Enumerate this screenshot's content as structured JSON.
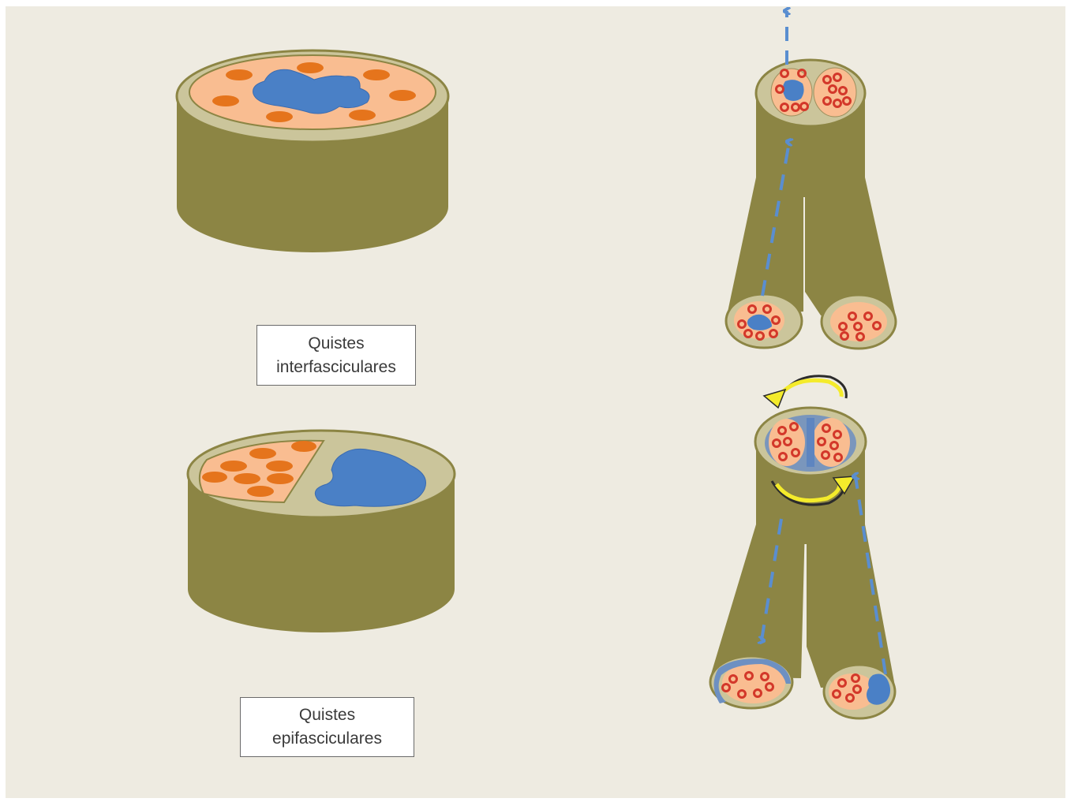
{
  "labels": {
    "interfasciculares": [
      "Quistes",
      "interfasciculares"
    ],
    "epifasciculares": [
      "Quistes",
      "epifasciculares"
    ]
  },
  "colors": {
    "background": "#eeebe1",
    "nerve_sheath": "#8c8544",
    "epineurium": "#cbc59b",
    "fascicle": "#f9bd91",
    "fascicle_spots": "#e5741c",
    "axons": "#d3382a",
    "cyst": "#4a80c6",
    "arrow_dashed": "#5a8ed0",
    "rotation_arrow": "#f4eb2b"
  },
  "icons": {
    "flow_arrow": "dashed-up-arrow-icon",
    "rotation": "curved-rotation-arrow-icon"
  }
}
